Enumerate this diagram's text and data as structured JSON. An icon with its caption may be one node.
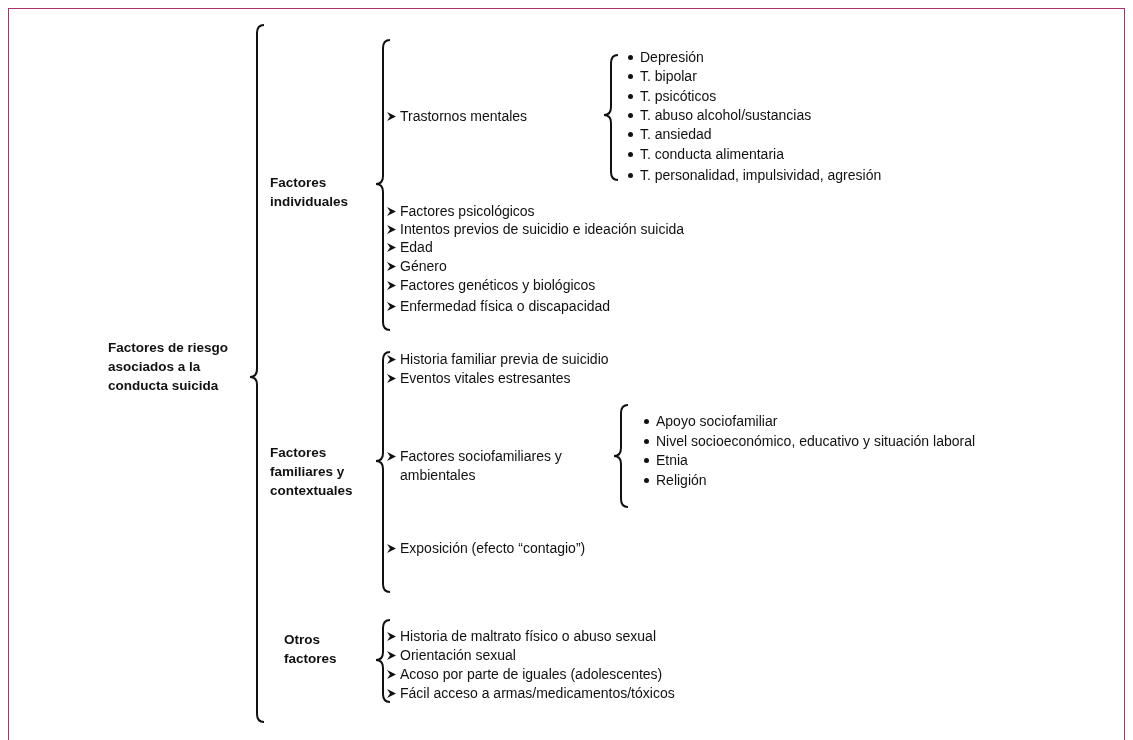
{
  "diagram": {
    "labels": [
      "Factores de riesgo asociados a la conducta suicida",
      "Factores individuales",
      "Factores familiares y contextuales",
      "Otros factores",
      "Trastornos mentales",
      "Factores psicológicos",
      "Intentos previos de suicidio e ideación suicida",
      "Edad",
      "Género",
      "Factores genéticos y biológicos",
      "Enfermedad física o discapacidad",
      "Depresión",
      "T. bipolar",
      "T. psicóticos",
      "T. abuso alcohol/sustancias",
      "T. ansiedad",
      "T. conducta alimentaria",
      "T. personalidad, impulsividad, agresión",
      "Historia familiar previa de suicidio",
      "Eventos vitales estresantes",
      "Factores sociofamiliares y ambientales",
      "Exposición (efecto “contagio”)",
      "Apoyo sociofamiliar",
      "Nivel socioeconómico, educativo y situación laboral",
      "Etnia",
      "Religión",
      "Historia de maltrato físico o abuso sexual",
      "Orientación sexual",
      "Acoso por parte de iguales (adolescentes)",
      "Fácil acceso a armas/medicamentos/tóxicos"
    ]
  }
}
